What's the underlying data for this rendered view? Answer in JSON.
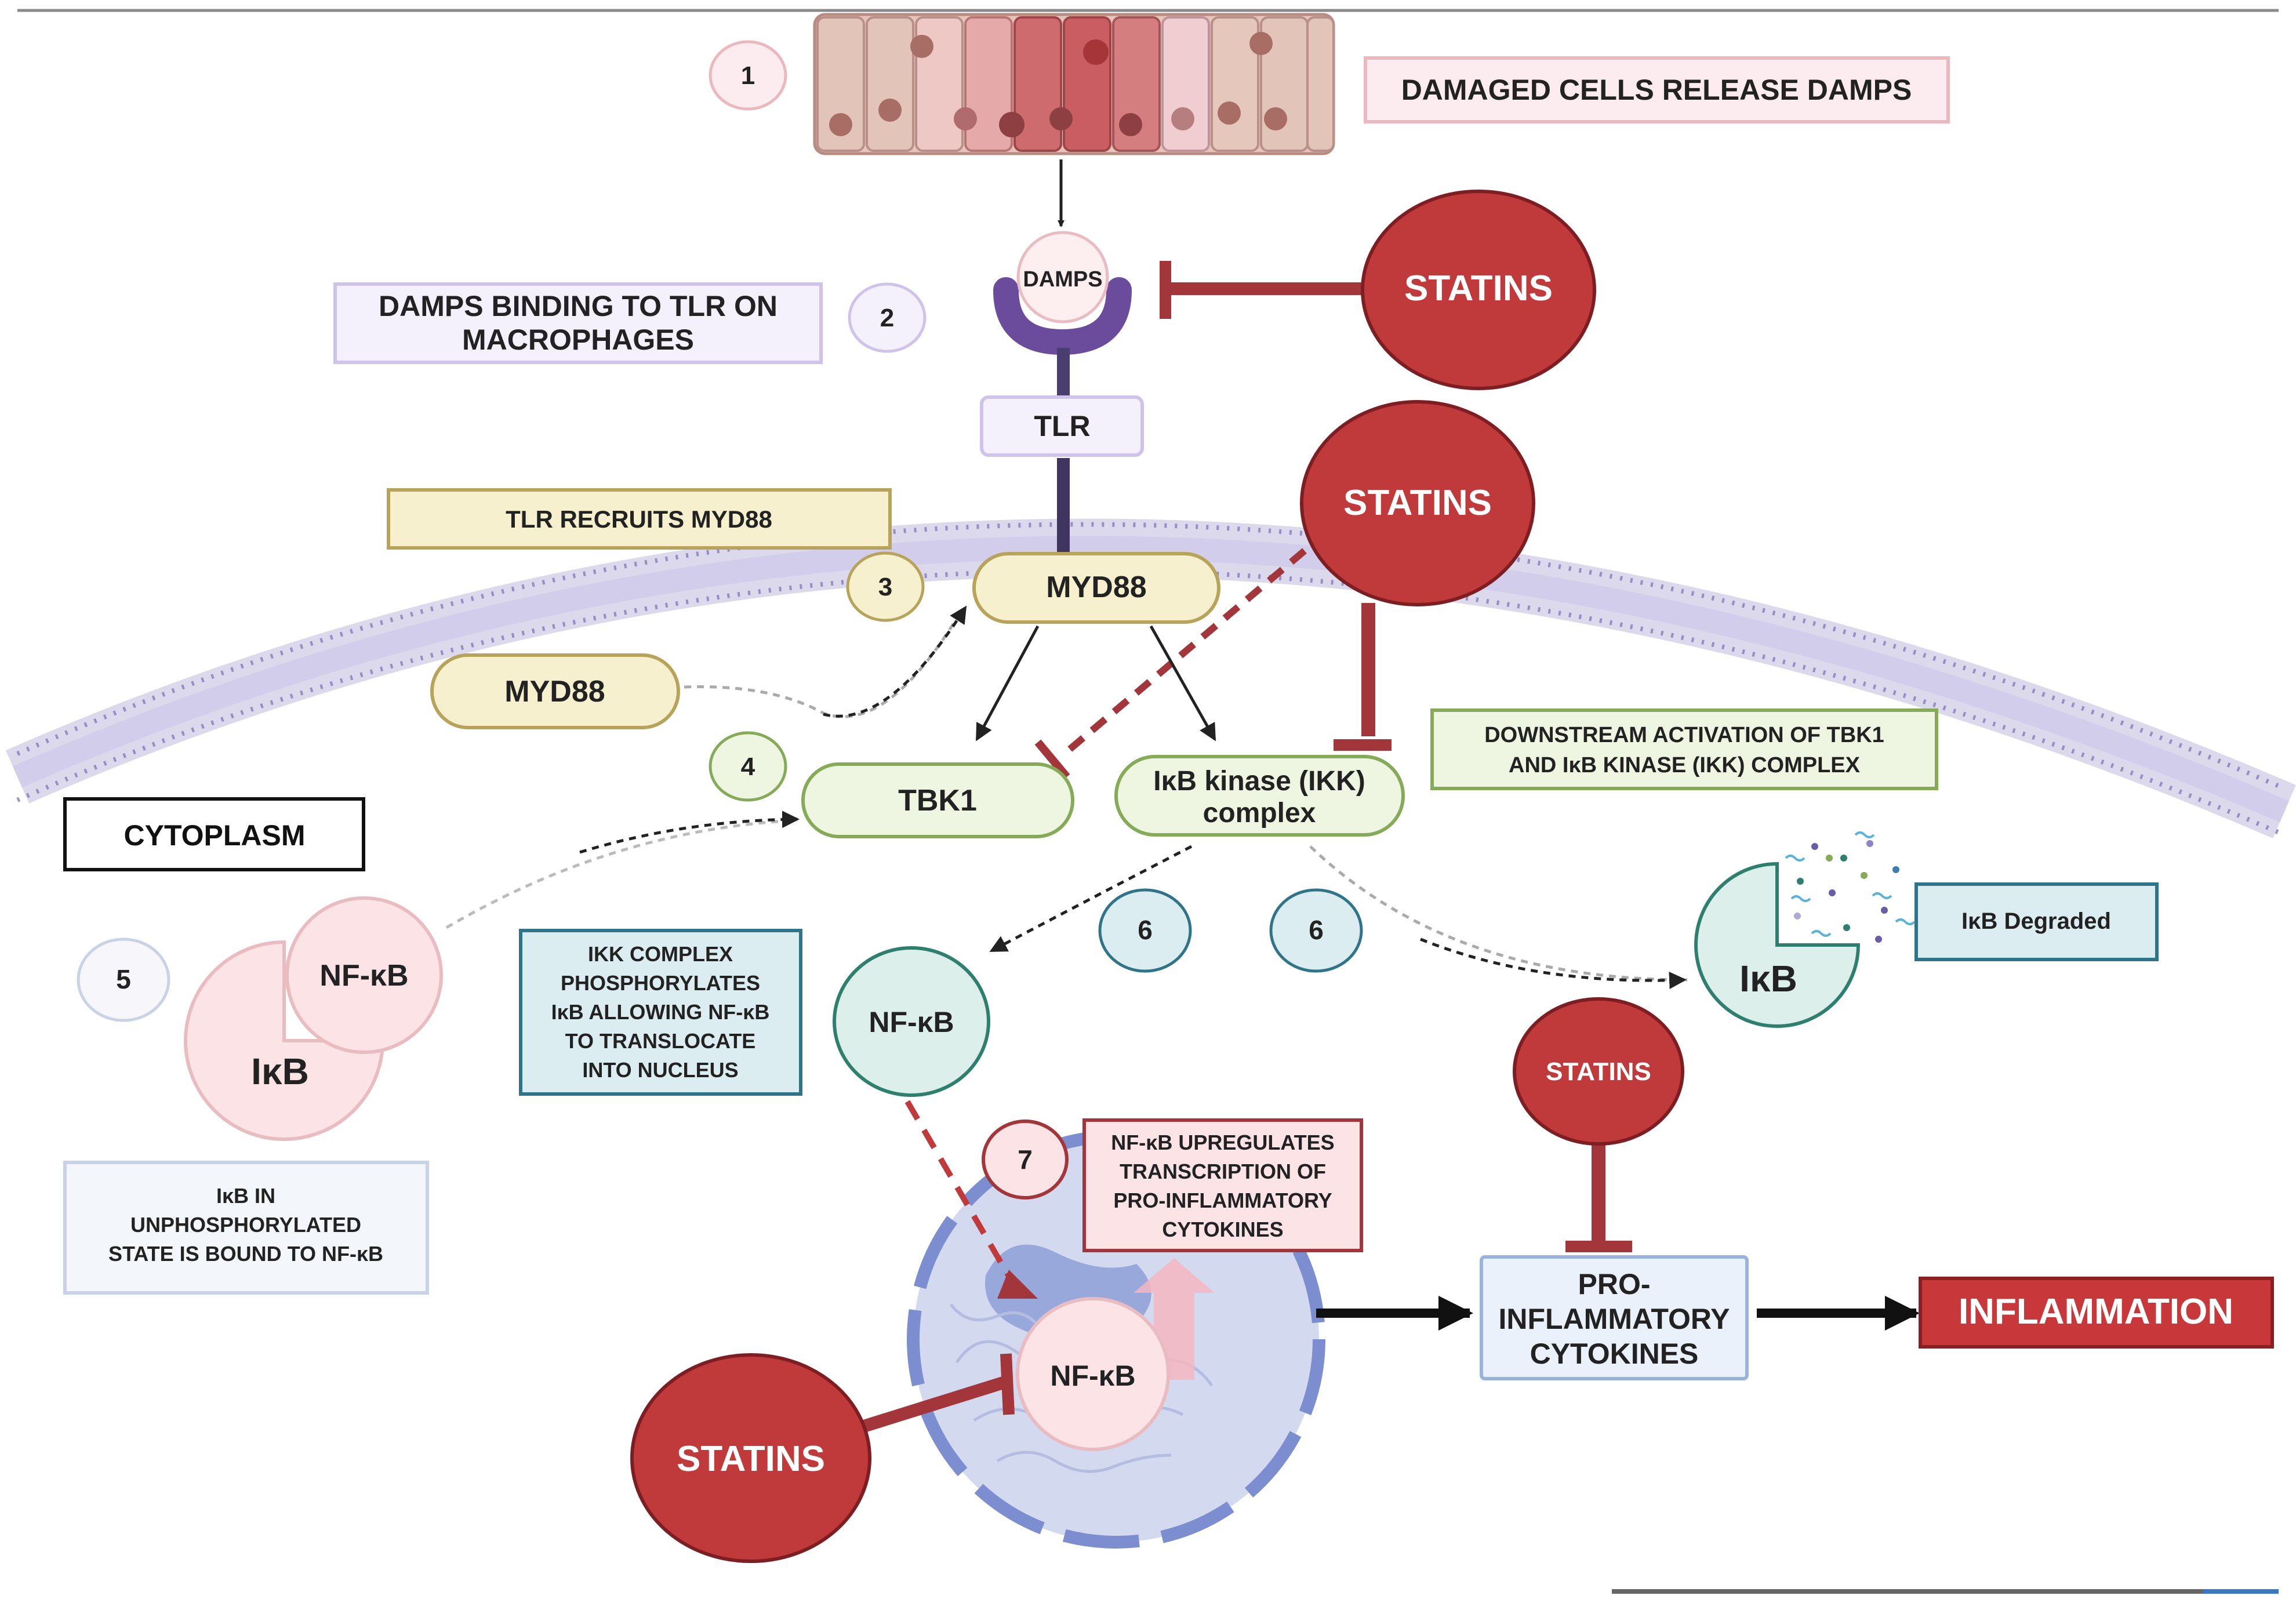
{
  "steps": {
    "s1": "1",
    "s2": "2",
    "s3": "3",
    "s4": "4",
    "s5": "5",
    "s6a": "6",
    "s6b": "6",
    "s7": "7"
  },
  "labels": {
    "damaged_cells": "DAMAGED CELLS RELEASE DAMPS",
    "damps": "DAMPS",
    "damps_binding_line1": "DAMPS BINDING TO TLR ON",
    "damps_binding_line2": "MACROPHAGES",
    "tlr": "TLR",
    "tlr_recruits": "TLR RECRUITS MYD88",
    "myd88_membrane": "MYD88",
    "myd88_cyto": "MYD88",
    "tbk1": "TBK1",
    "ikk_line1": "IκB kinase (IKK)",
    "ikk_line2": "complex",
    "downstream_line1": "DOWNSTREAM ACTIVATION OF TBK1",
    "downstream_line2": "AND IκB KINASE (IKK) COMPLEX",
    "cytoplasm": "CYTOPLASM",
    "nfkb_bound": "NF-κB",
    "ikb_bound": "IκB",
    "ikb_unphos_line1": "IκB IN",
    "ikb_unphos_line2": "UNPHOSPHORYLATED",
    "ikb_unphos_line3": "STATE IS BOUND TO NF-κB",
    "ikk_phos_line1": "IKK COMPLEX",
    "ikk_phos_line2": "PHOSPHORYLATES",
    "ikk_phos_line3": "IκB ALLOWING NF-κB",
    "ikk_phos_line4": "TO TRANSLOCATE",
    "ikk_phos_line5": "INTO NUCLEUS",
    "nfkb_free": "NF-κB",
    "ikb_degraded_protein": "IκB",
    "ikb_degraded_box": "IκB Degraded",
    "upregulates_line1": "NF-κB UPREGULATES",
    "upregulates_line2": "TRANSCRIPTION OF",
    "upregulates_line3": "PRO-INFLAMMATORY",
    "upregulates_line4": "CYTOKINES",
    "nfkb_nucleus": "NF-κB",
    "cytokines_line1": "PRO-",
    "cytokines_line2": "INFLAMMATORY",
    "cytokines_line3": "CYTOKINES",
    "inflammation": "INFLAMMATION"
  },
  "statins": {
    "top": "STATINS",
    "membrane": "STATINS",
    "cytokines": "STATINS",
    "nucleus": "STATINS"
  },
  "colors": {
    "statin_red": "#c0393b",
    "inhibit_red": "#a3363a",
    "membrane_purple": "#9d93c9",
    "myd88_fill": "#f6f0cf",
    "myd88_stroke": "#b7a35a",
    "green_fill": "#eef6e2",
    "green_stroke": "#86ab58",
    "teal_fill": "#dcedf2",
    "teal_stroke": "#2f7488",
    "nfkb_teal": "#dcefeb",
    "pink_fill": "#fbe3e6",
    "lavender_fill": "#f4f0fc",
    "nucleus_fill": "#d3d9ef",
    "nucleus_border": "#7c8ed0",
    "inflammation_red": "#c8383b"
  }
}
